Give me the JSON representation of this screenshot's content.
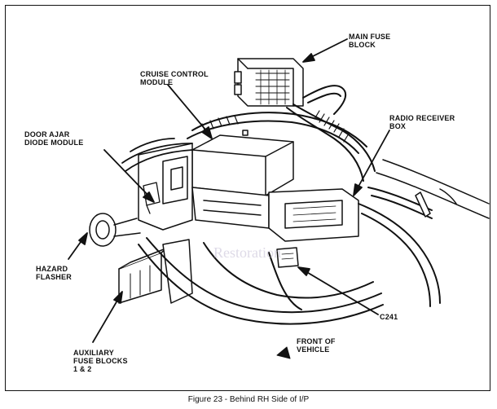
{
  "figure": {
    "caption": "Figure 23 - Behind RH Side of I/P",
    "labels": {
      "main_fuse_block": "MAIN FUSE\nBLOCK",
      "cruise_control_module": "CRUISE CONTROL\nMODULE",
      "radio_receiver_box": "RADIO RECEIVER\nBOX",
      "door_ajar_diode_module": "DOOR AJAR\nDIODE MODULE",
      "hazard_flasher": "HAZARD\nFLASHER",
      "c241": "C241",
      "front_of_vehicle": "FRONT OF\nVEHICLE",
      "auxiliary_fuse_blocks": "AUXILIARY\nFUSE BLOCKS\n1 & 2"
    },
    "watermark": "Restoration"
  },
  "colors": {
    "ink": "#111111",
    "paper": "#ffffff",
    "watermark": "#c9c3d8"
  }
}
